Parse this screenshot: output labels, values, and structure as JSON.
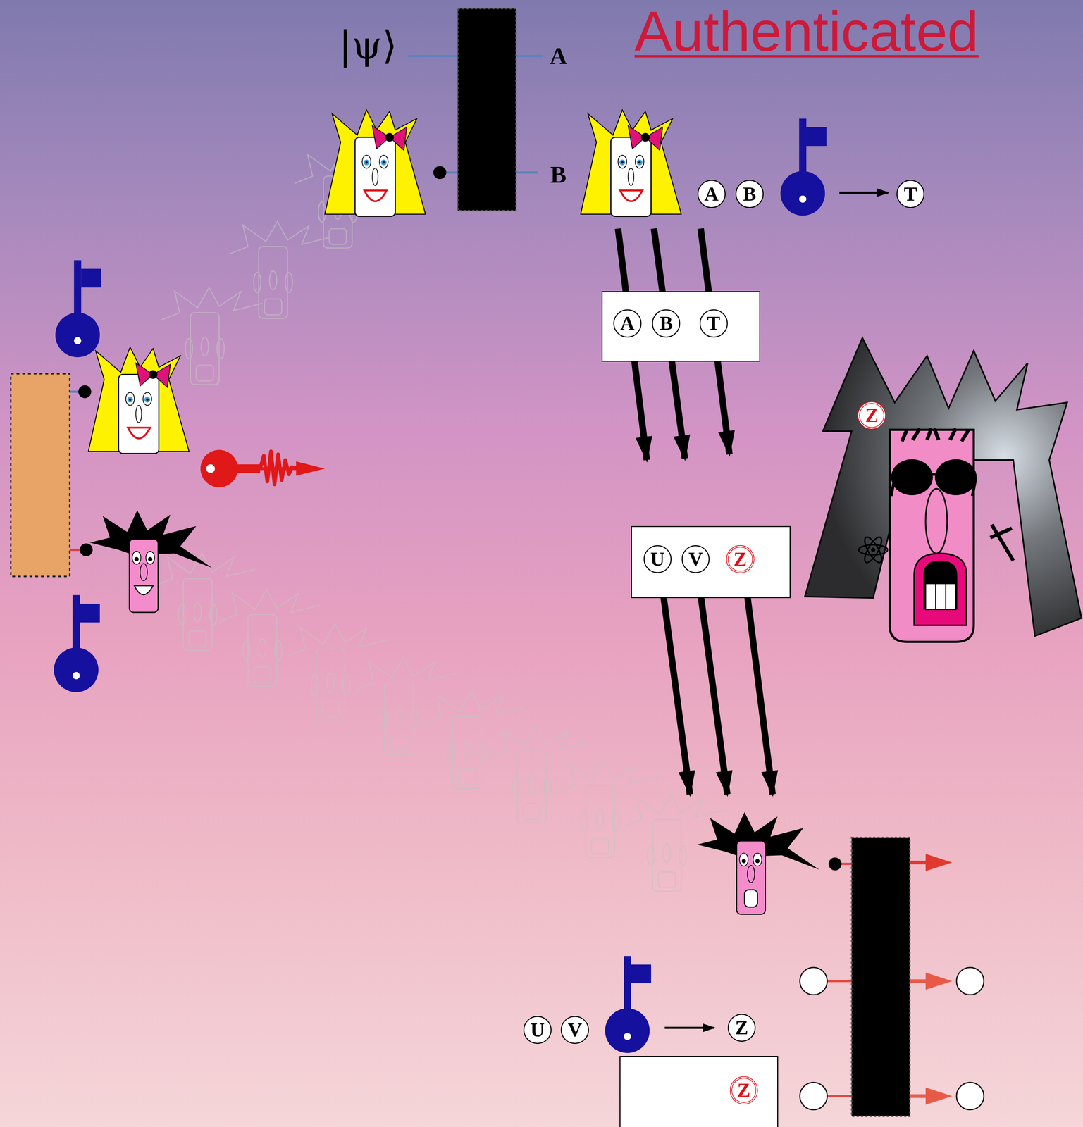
{
  "diagram": {
    "title": "Authenticated",
    "nodes": [
      {
        "text": [
          "A"
        ]
      },
      {
        "text": [
          "B"
        ]
      },
      {
        "text": [
          "T"
        ]
      },
      {
        "text": []
      },
      {
        "text": [
          "A"
        ],
        "in": 3
      },
      {
        "text": [
          "B"
        ],
        "in": 3
      },
      {
        "text": [
          "T"
        ],
        "in": 3
      },
      {
        "text": [
          "Z"
        ]
      },
      {
        "text": []
      },
      {
        "text": [
          "U"
        ],
        "in": 8
      },
      {
        "text": [
          "V"
        ],
        "in": 8
      },
      {
        "text": [
          "Z"
        ],
        "in": 8
      },
      {
        "text": [
          "U"
        ]
      },
      {
        "text": [
          "V"
        ]
      },
      {
        "text": [
          "Z"
        ]
      },
      {
        "text": []
      },
      {
        "text": [
          "Z"
        ],
        "in": 15
      }
    ],
    "labels": [
      "|ψ⟩",
      "A",
      "B"
    ]
  }
}
